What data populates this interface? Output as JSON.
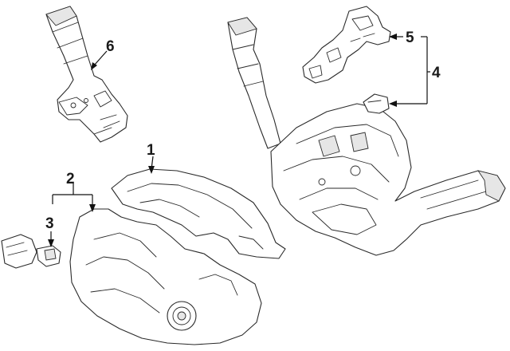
{
  "diagram": {
    "callouts": [
      {
        "id": "1",
        "label": "1"
      },
      {
        "id": "2",
        "label": "2"
      },
      {
        "id": "3",
        "label": "3"
      },
      {
        "id": "4",
        "label": "4"
      },
      {
        "id": "5",
        "label": "5"
      },
      {
        "id": "6",
        "label": "6"
      }
    ],
    "colors": {
      "line": "#2a2a2a",
      "background": "#ffffff",
      "shade": "#e6e6e6"
    }
  }
}
